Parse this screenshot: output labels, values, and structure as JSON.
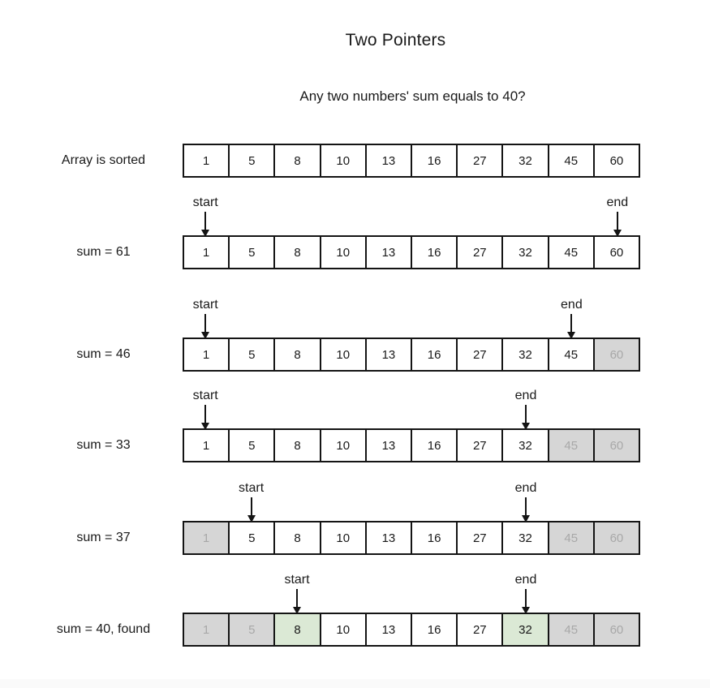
{
  "title": "Two Pointers",
  "subtitle": "Any two numbers' sum equals to 40?",
  "target_sum": "40",
  "array": {
    "values": [
      "1",
      "5",
      "8",
      "10",
      "13",
      "16",
      "27",
      "32",
      "45",
      "60"
    ]
  },
  "pointer_labels": {
    "start": "start",
    "end": "end"
  },
  "rows": [
    {
      "label": "Array is sorted",
      "start": null,
      "end": null,
      "eliminated": [],
      "found": []
    },
    {
      "label": "sum = 61",
      "start": 0,
      "end": 9,
      "eliminated": [],
      "found": []
    },
    {
      "label": "sum = 46",
      "start": 0,
      "end": 8,
      "eliminated": [
        9
      ],
      "found": []
    },
    {
      "label": "sum = 33",
      "start": 0,
      "end": 7,
      "eliminated": [
        8,
        9
      ],
      "found": []
    },
    {
      "label": "sum = 37",
      "start": 1,
      "end": 7,
      "eliminated": [
        0,
        8,
        9
      ],
      "found": []
    },
    {
      "label": "sum = 40, found",
      "start": 2,
      "end": 7,
      "eliminated": [
        0,
        1,
        8,
        9
      ],
      "found": [
        2,
        7
      ]
    }
  ],
  "colors": {
    "cell_border": "#141414",
    "eliminated_fill": "#d6d6d6",
    "eliminated_text": "#a8a8a8",
    "found_fill": "#dbe9d5",
    "text": "#1a1a1a",
    "page_bg": "#ffffff",
    "footer_bg": "#fafafa"
  }
}
